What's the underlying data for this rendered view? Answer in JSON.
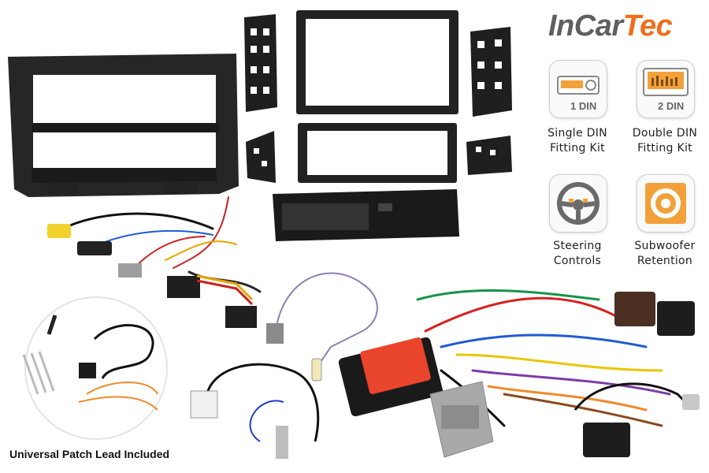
{
  "brand": {
    "part1": "InCar",
    "part2": "Tec"
  },
  "features": [
    {
      "icon": "radio-1din-icon",
      "badge": "1 DIN",
      "line1": "Single DIN",
      "line2": "Fitting Kit"
    },
    {
      "icon": "radio-2din-icon",
      "badge": "2 DIN",
      "line1": "Double DIN",
      "line2": "Fitting Kit"
    },
    {
      "icon": "steering-wheel-icon",
      "line1": "Steering",
      "line2": "Controls"
    },
    {
      "icon": "speaker-icon",
      "line1": "Subwoofer",
      "line2": "Retention"
    }
  ],
  "patch_label": "Universal Patch Lead Included",
  "colors": {
    "brand_grey": "#5f5f5f",
    "brand_orange": "#ee6f1c",
    "plastic": "#1e1e1e",
    "connector_grey": "#a9a9a9",
    "module_red": "#e8452c"
  }
}
